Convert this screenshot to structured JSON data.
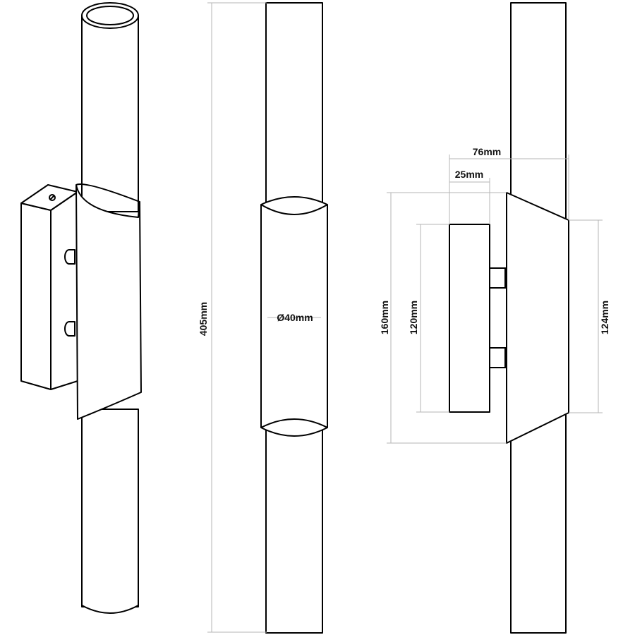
{
  "dimensions": {
    "total_height": "405mm",
    "diameter": "Ø40mm",
    "depth_total": "76mm",
    "base_depth": "25mm",
    "shade_height": "160mm",
    "base_height": "120mm",
    "shade_inner_height": "124mm"
  },
  "colors": {
    "line": "#000000",
    "dimension_line": "#b5b5b5",
    "background": "#ffffff"
  }
}
